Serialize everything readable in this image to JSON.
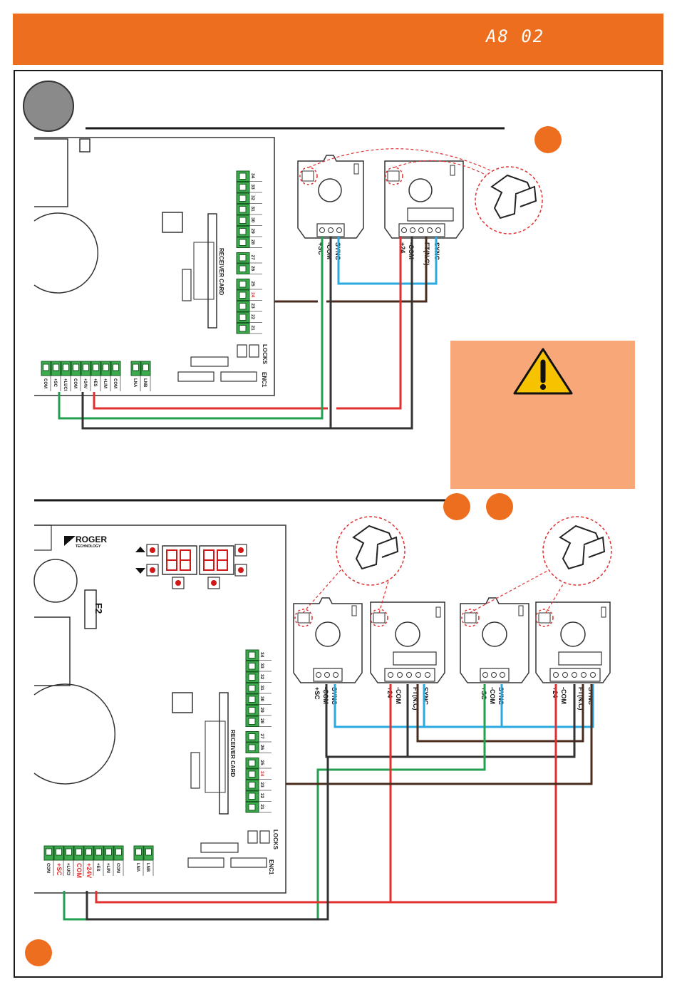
{
  "header": {
    "code": "A8 02"
  },
  "colors": {
    "accent": "#ee6e1f",
    "wire_red": "#e03030",
    "wire_green": "#22a050",
    "wire_blue": "#2aaae0",
    "wire_brown": "#4a2c1e",
    "terminal_green": "#3aaa4a",
    "warning_bg": "#f8a878"
  },
  "top_board": {
    "receiver_label": "RECEIVER CARD",
    "locks_label": "LOCKS",
    "enc_label": "ENC1",
    "right_terminals": [
      "34",
      "33",
      "32",
      "31",
      "30",
      "29",
      "28",
      "27",
      "26",
      "25",
      "24",
      "23",
      "22",
      "21"
    ],
    "bottom_terminals": [
      "COM",
      "+SC",
      "+LUCI",
      "COM",
      "+24V",
      "+ES",
      "+LIM",
      "COM",
      "LNA",
      "LNB"
    ]
  },
  "bottom_board": {
    "brand": "ROGER",
    "brand_sub": "TECHNOLOGY",
    "fuse": "F2",
    "receiver_label": "RECEIVER CARD",
    "locks_label": "LOCKS",
    "enc_label": "ENC1",
    "right_terminals": [
      "34",
      "33",
      "32",
      "31",
      "30",
      "29",
      "28",
      "27",
      "26",
      "25",
      "24",
      "23",
      "22",
      "21"
    ],
    "bottom_terminals": [
      "COM",
      "+SC",
      "+LUCI",
      "COM",
      "+24V",
      "+ES",
      "+LIM",
      "COM",
      "LNA",
      "LNB"
    ]
  },
  "tx_labels": {
    "sc": "+SC",
    "com": "-COM",
    "sync": "SYNC"
  },
  "rx_labels": {
    "p24": "+24",
    "com": "-COM",
    "ft": "FT(N.C)",
    "sync": "SYNC"
  }
}
